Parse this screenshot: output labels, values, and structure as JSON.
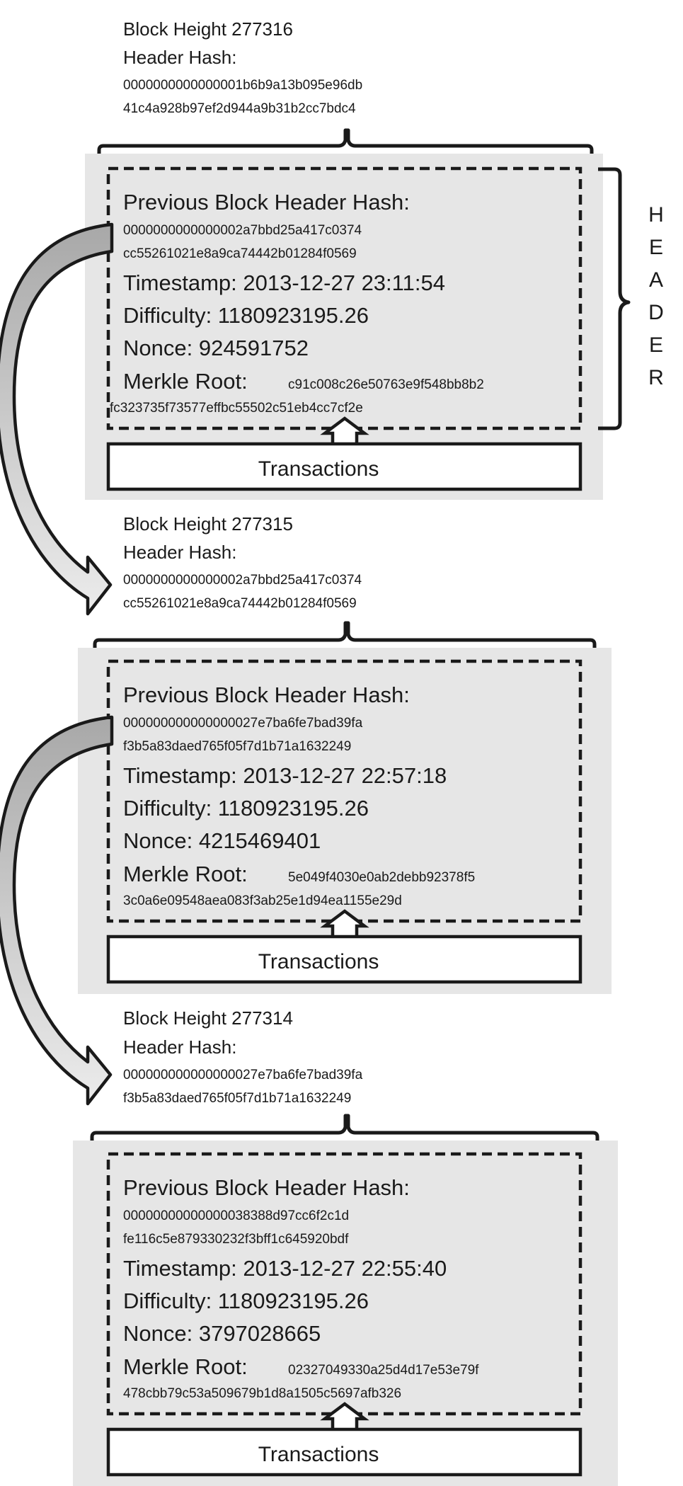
{
  "blocks": [
    {
      "height_label": "Block Height 277316",
      "header_hash_label": "Header Hash:",
      "header_hash_1": "0000000000000001b6b9a13b095e96db",
      "header_hash_2": "41c4a928b97ef2d944a9b31b2cc7bdc4",
      "prev_label": "Previous Block Header Hash:",
      "prev_hash_1": "0000000000000002a7bbd25a417c0374",
      "prev_hash_2": "cc55261021e8a9ca74442b01284f0569",
      "timestamp": "Timestamp: 2013-12-27 23:11:54",
      "difficulty": "Difficulty: 1180923195.26",
      "nonce": "Nonce: 924591752",
      "merkle_label": "Merkle Root:",
      "merkle_1": "c91c008c26e50763e9f548bb8b2",
      "merkle_2": "fc323735f73577effbc55502c51eb4cc7cf2e",
      "transactions": "Transactions"
    },
    {
      "height_label": "Block Height 277315",
      "header_hash_label": "Header Hash:",
      "header_hash_1": "0000000000000002a7bbd25a417c0374",
      "header_hash_2": "cc55261021e8a9ca74442b01284f0569",
      "prev_label": "Previous Block Header Hash:",
      "prev_hash_1": "000000000000000027e7ba6fe7bad39fa",
      "prev_hash_2": "f3b5a83daed765f05f7d1b71a1632249",
      "timestamp": "Timestamp: 2013-12-27 22:57:18",
      "difficulty": "Difficulty: 1180923195.26",
      "nonce": "Nonce: 4215469401",
      "merkle_label": "Merkle Root:",
      "merkle_1": "5e049f4030e0ab2debb92378f5",
      "merkle_2": "3c0a6e09548aea083f3ab25e1d94ea1155e29d",
      "transactions": "Transactions"
    },
    {
      "height_label": "Block Height 277314",
      "header_hash_label": "Header Hash:",
      "header_hash_1": "000000000000000027e7ba6fe7bad39fa",
      "header_hash_2": "f3b5a83daed765f05f7d1b71a1632249",
      "prev_label": "Previous Block Header Hash:",
      "prev_hash_1": "00000000000000038388d97cc6f2c1d",
      "prev_hash_2": "fe116c5e879330232f3bff1c645920bdf",
      "timestamp": "Timestamp: 2013-12-27 22:55:40",
      "difficulty": "Difficulty: 1180923195.26",
      "nonce": "Nonce: 3797028665",
      "merkle_label": "Merkle Root:",
      "merkle_1": "02327049330a25d4d17e53e79f",
      "merkle_2": "478cbb79c53a509679b1d8a1505c5697afb326",
      "transactions": "Transactions"
    }
  ],
  "header_label_letters": [
    "H",
    "E",
    "A",
    "D",
    "E",
    "R"
  ],
  "colors": {
    "block_fill": "#e6e6e6",
    "stroke": "#1a1a1a",
    "arrow_dark": "#a8a8a8",
    "arrow_light": "#e4e4e4"
  }
}
